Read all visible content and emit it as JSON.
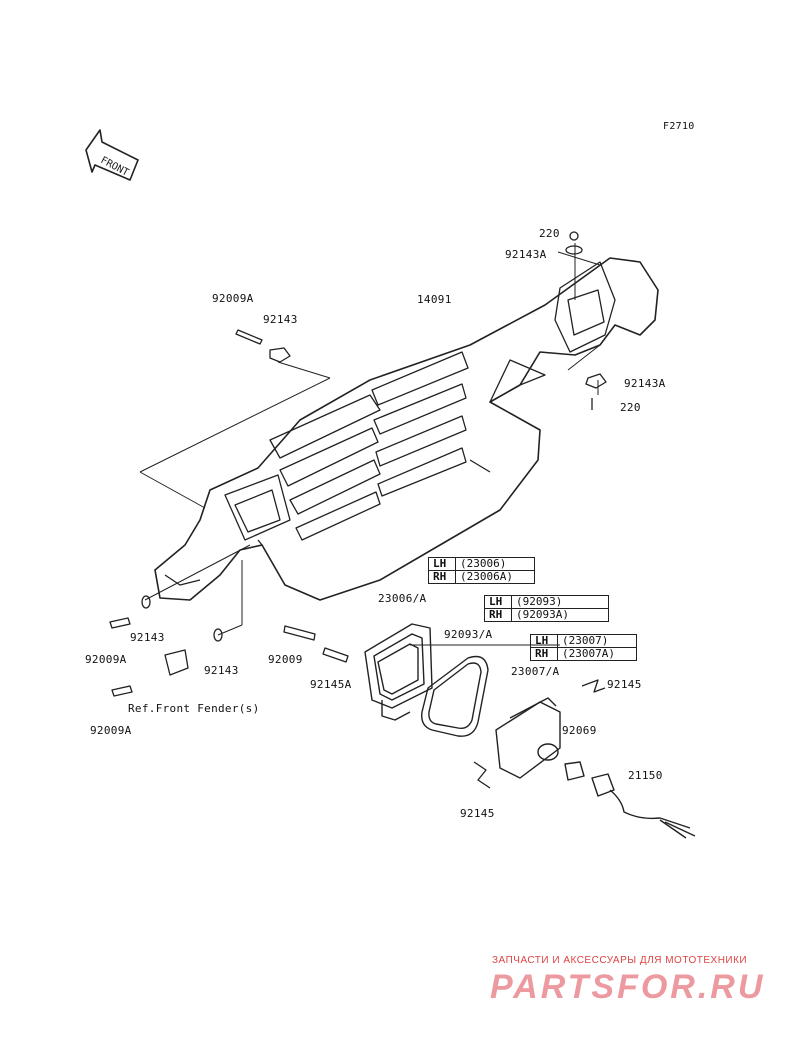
{
  "figure_code": "F2710",
  "front_arrow_label": "FRONT",
  "labels": {
    "p220_top": "220",
    "p92143A_top": "92143A",
    "p92009A_top": "92009A",
    "p92143_top": "92143",
    "p14091": "14091",
    "p92143A_right": "92143A",
    "p220_right": "220",
    "p23006A": "23006/A",
    "p92093A": "92093/A",
    "p23007A": "23007/A",
    "p92145_right": "92145",
    "p92069": "92069",
    "p21150": "21150",
    "p92145_bottom": "92145",
    "p92143_left": "92143",
    "p92009A_left": "92009A",
    "p92143_mid": "92143",
    "p92009": "92009",
    "p92145A": "92145A",
    "p92009A_bottom": "92009A",
    "ref_front_fender": "Ref.Front Fender(s)"
  },
  "tables": {
    "t23006": [
      {
        "side": "LH",
        "part": "(23006)"
      },
      {
        "side": "RH",
        "part": "(23006A)"
      }
    ],
    "t92093": [
      {
        "side": "LH",
        "part": "(92093)"
      },
      {
        "side": "RH",
        "part": "(92093A)"
      }
    ],
    "t23007": [
      {
        "side": "LH",
        "part": "(23007)"
      },
      {
        "side": "RH",
        "part": "(23007A)"
      }
    ]
  },
  "watermark": {
    "line1": "ЗАПЧАСТИ И АКСЕССУАРЫ ДЛЯ МОТОТЕХНИКИ",
    "line2": "PARTSFOR.RU"
  }
}
